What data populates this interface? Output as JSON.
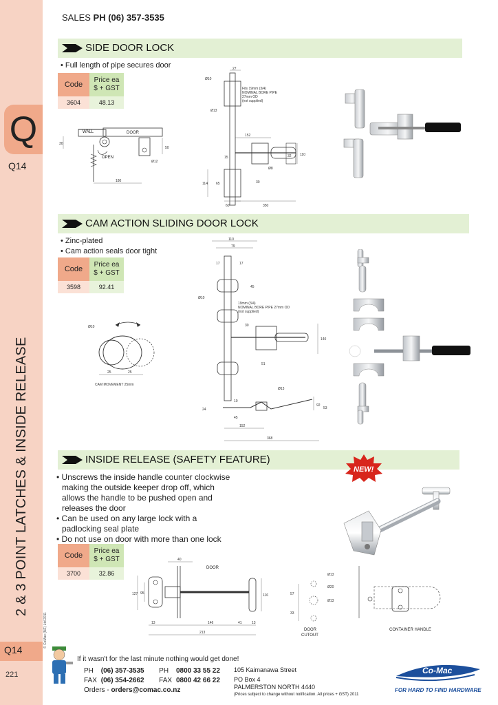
{
  "header": {
    "sales_label": "SALES",
    "sales_phone": "PH (06) 357-3535"
  },
  "sidebar": {
    "tab_letter": "Q",
    "tab_code_top": "Q14",
    "vertical_title": "2 & 3 POINT LATCHES & INSIDE RELEASE",
    "copyright": "© CoMac (NZ) Ltd 2011",
    "tab_code_bottom": "Q14",
    "page_number": "221"
  },
  "sections": [
    {
      "title": "SIDE DOOR LOCK",
      "bullets": [
        "• Full length of pipe secures door"
      ],
      "table": {
        "code_header": "Code",
        "price_header_1": "Price ea",
        "price_header_2": "$ + GST",
        "code": "3604",
        "price": "48.13"
      },
      "labels": {
        "wall": "WALL",
        "door": "DOOR",
        "open": "OPEN",
        "pipe_note_1": "Fits 19mm (3/4)",
        "pipe_note_2": "NOMINAL BORE PIPE",
        "pipe_note_3": "27mm OD",
        "pipe_note_4": "(not supplied)",
        "dims": [
          "30",
          "50",
          "Ø12",
          "180",
          "27",
          "Ø10",
          "Ø13",
          "152",
          "15",
          "32",
          "110",
          "Ø8",
          "114",
          "65",
          "30",
          "60",
          "350"
        ]
      }
    },
    {
      "title": "CAM ACTION SLIDING DOOR LOCK",
      "bullets": [
        "• Zinc-plated",
        "• Cam action seals door tight"
      ],
      "table": {
        "code_header": "Code",
        "price_header_1": "Price ea",
        "price_header_2": "$ + GST",
        "code": "3598",
        "price": "92.41"
      },
      "labels": {
        "cam_movement": "CAM MOVEMENT 25mm",
        "pipe_note_1": "19mm (3/4)",
        "pipe_note_2": "NOMINAL BORE PIPE 27mm OD",
        "pipe_note_3": "(not supplied)",
        "dims": [
          "Ø10",
          "25",
          "25",
          "110",
          "79",
          "17",
          "17",
          "45",
          "Ø10",
          "140",
          "30",
          "51",
          "Ø13",
          "24",
          "10",
          "92",
          "45",
          "152",
          "368",
          "53"
        ]
      }
    },
    {
      "title": "INSIDE RELEASE  (SAFETY FEATURE)",
      "bullets": [
        "• Unscrews the inside handle counter clockwise",
        "  making the outside keeper drop off, which",
        "  allows the handle to be pushed open and",
        "  releases the door",
        "• Can be used on any large lock with a",
        "  padlocking seal plate",
        "• Do not use on door with more than one lock"
      ],
      "table": {
        "code_header": "Code",
        "price_header_1": "Price ea",
        "price_header_2": "$ + GST",
        "code": "3700",
        "price": "32.86"
      },
      "badge": "NEW!",
      "labels": {
        "door": "DOOR",
        "door_cutout_1": "DOOR",
        "door_cutout_2": "CUTOUT",
        "container_handle": "CONTAINER HANDLE",
        "dims": [
          "40",
          "127",
          "95",
          "116",
          "13",
          "146",
          "41",
          "13",
          "213",
          "57",
          "33",
          "Ø13",
          "Ø20",
          "Ø13"
        ]
      }
    }
  ],
  "footer": {
    "slogan": "If it wasn't for the last minute nothing would get done!",
    "ph_label": "PH",
    "ph_value": "(06) 357-3535",
    "ph2_label": "PH",
    "ph2_value": "0800 33 55 22",
    "fax_label": "FAX",
    "fax_value": "(06) 354-2662",
    "fax2_label": "FAX",
    "fax2_value": "0800 42 66 22",
    "orders_label": "Orders -",
    "orders_value": "orders@comac.co.nz",
    "address_1": "105 Kaimanawa Street",
    "address_2": "PO Box 4",
    "address_3": "PALMERSTON NORTH 4440",
    "disclaimer": "(Prices subject to change without notification. All prices + GST) 2011",
    "logo_text": "Co-Mac",
    "tagline": "FOR HARD TO FIND HARDWARE"
  },
  "colors": {
    "banner_bg": "#e3f0d4",
    "code_header": "#f0a98a",
    "price_header": "#cfe6b5",
    "sidebar_bg": "#f7d3c4",
    "logo_blue": "#1c4f9c",
    "badge_red": "#d8261c"
  }
}
